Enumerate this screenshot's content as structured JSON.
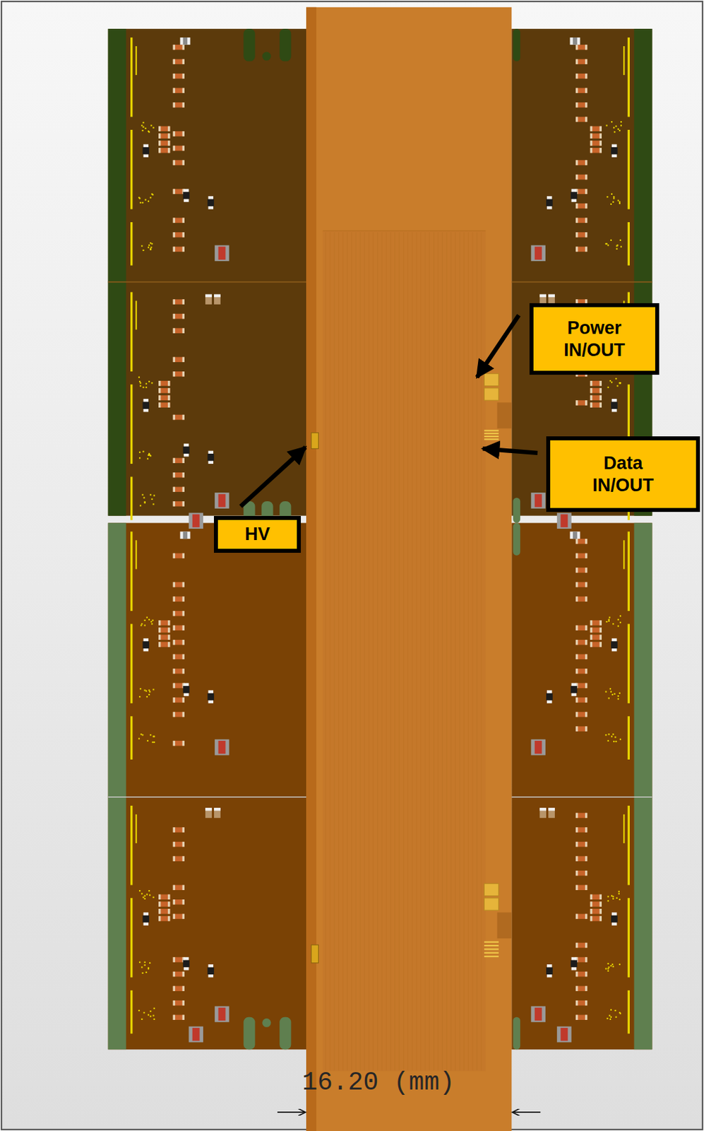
{
  "diagram": {
    "nodes": [
      {
        "text": [
          "Power IN/OUT"
        ]
      },
      {
        "text": [
          "Data IN/OUT"
        ]
      },
      {
        "text": [
          "HV"
        ]
      }
    ],
    "labels": [
      "16.20 (mm)"
    ]
  }
}
